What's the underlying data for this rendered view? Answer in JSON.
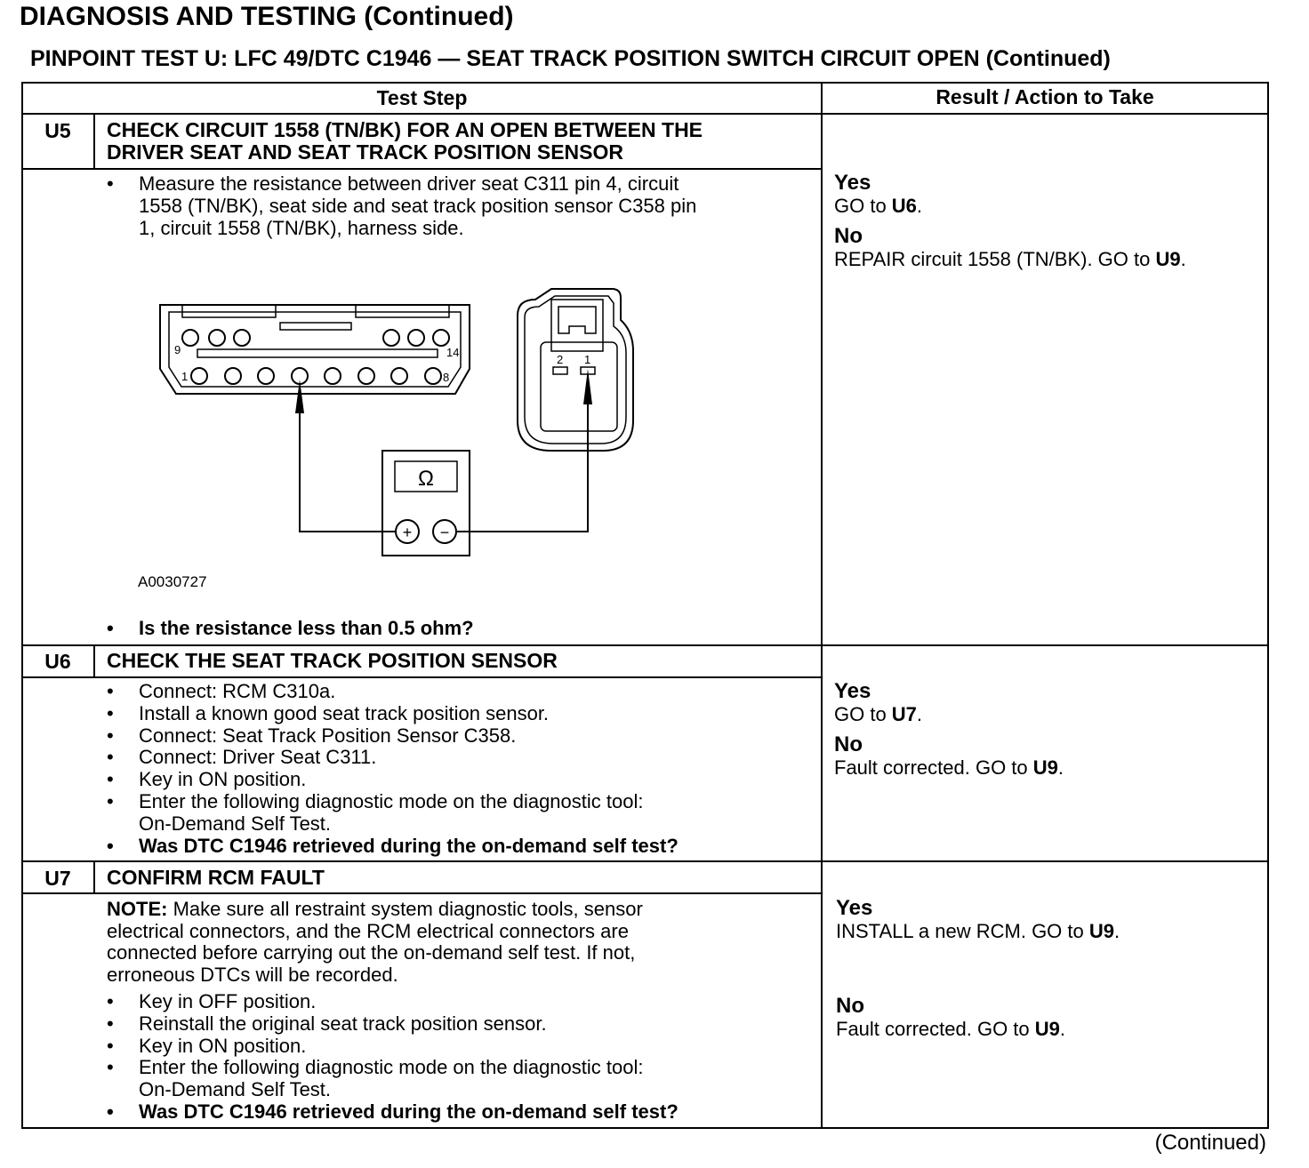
{
  "page_title": "DIAGNOSIS AND TESTING (Continued)",
  "test_title": "PINPOINT TEST U: LFC 49/DTC C1946 — SEAT TRACK POSITION SWITCH CIRCUIT OPEN (Continued)",
  "table_header": {
    "test_step": "Test Step",
    "result": "Result / Action to Take"
  },
  "steps": [
    {
      "id": "U5",
      "title_lines": [
        "CHECK CIRCUIT 1558 (TN/BK) FOR AN OPEN BETWEEN THE",
        "DRIVER SEAT AND SEAT TRACK POSITION SENSOR"
      ],
      "bullet_lines": [
        "Measure the resistance between driver seat C311 pin 4, circuit",
        "1558 (TN/BK), seat side and seat track position sensor C358 pin",
        "1, circuit 1558 (TN/BK), harness side."
      ],
      "figure_label": "A0030727",
      "question": "Is the resistance less than 0.5 ohm?",
      "yes": {
        "label": "Yes",
        "prefix": "GO to ",
        "ref": "U6",
        "suffix": "."
      },
      "no": {
        "label": "No",
        "prefix": "REPAIR circuit 1558 (TN/BK). GO to ",
        "ref": "U9",
        "suffix": "."
      }
    },
    {
      "id": "U6",
      "title_lines": [
        "CHECK THE SEAT TRACK POSITION SENSOR"
      ],
      "bullets": [
        "Connect: RCM C310a.",
        "Install a known good seat track position sensor.",
        "Connect: Seat Track Position Sensor C358.",
        "Connect: Driver Seat C311.",
        "Key in ON position.",
        "Enter the following diagnostic mode on the diagnostic tool:"
      ],
      "bullet_continuation": "On-Demand Self Test.",
      "question": "Was DTC C1946 retrieved during the on-demand self test?",
      "yes": {
        "label": "Yes",
        "prefix": "GO to ",
        "ref": "U7",
        "suffix": "."
      },
      "no": {
        "label": "No",
        "prefix": "Fault corrected. GO to ",
        "ref": "U9",
        "suffix": "."
      }
    },
    {
      "id": "U7",
      "title_lines": [
        "CONFIRM RCM FAULT"
      ],
      "note_label": "NOTE:",
      "note_lines": [
        " Make sure all restraint system diagnostic tools, sensor",
        "electrical connectors, and the RCM electrical connectors are",
        "connected before carrying out the on-demand self test. If not,",
        "erroneous DTCs will be recorded."
      ],
      "bullets": [
        "Key in OFF position.",
        "Reinstall the original seat track position sensor.",
        "Key in ON position.",
        "Enter the following diagnostic mode on the diagnostic tool:"
      ],
      "bullet_continuation": "On-Demand Self Test.",
      "question": "Was DTC C1946 retrieved during the on-demand self test?",
      "yes": {
        "label": "Yes",
        "prefix": "INSTALL a new RCM. GO to ",
        "ref": "U9",
        "suffix": "."
      },
      "no": {
        "label": "No",
        "prefix": "Fault corrected. GO to ",
        "ref": "U9",
        "suffix": "."
      }
    }
  ],
  "diagram": {
    "c311_pin_labels": {
      "top_left": "9",
      "top_right": "14",
      "bottom_left": "1",
      "bottom_right": "8"
    },
    "c358_pin_labels": [
      "2",
      "1"
    ],
    "meter_symbol": "Ω",
    "plus_symbol": "+",
    "minus_symbol": "−"
  },
  "continued": "(Continued)"
}
